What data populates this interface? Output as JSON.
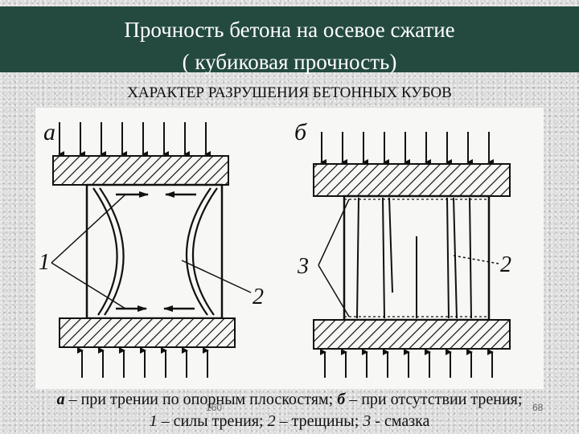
{
  "title": {
    "line1": "Прочность бетона на осевое сжатие",
    "line2": "( кубиковая прочность)"
  },
  "subtitle": "ХАРАКТЕР РАЗРУШЕНИЯ БЕТОННЫХ КУБОВ",
  "diagram": {
    "panel_a_label": "а",
    "panel_b_label": "б",
    "label_friction": "1",
    "label_cracks_a": "2",
    "label_cracks_b": "2",
    "label_lubricant": "3"
  },
  "caption": {
    "a_key": "а",
    "a_text": " – при трении по опорным плоскостям; ",
    "b_key": "б",
    "b_text": " – при отсутствии трения;",
    "k1": "1",
    "t1": " – силы трения; ",
    "k2": "2",
    "t2": " – трещины; ",
    "k3": "3",
    "t3": " - смазка"
  },
  "page_numbers": {
    "left": "160",
    "right": "68"
  }
}
